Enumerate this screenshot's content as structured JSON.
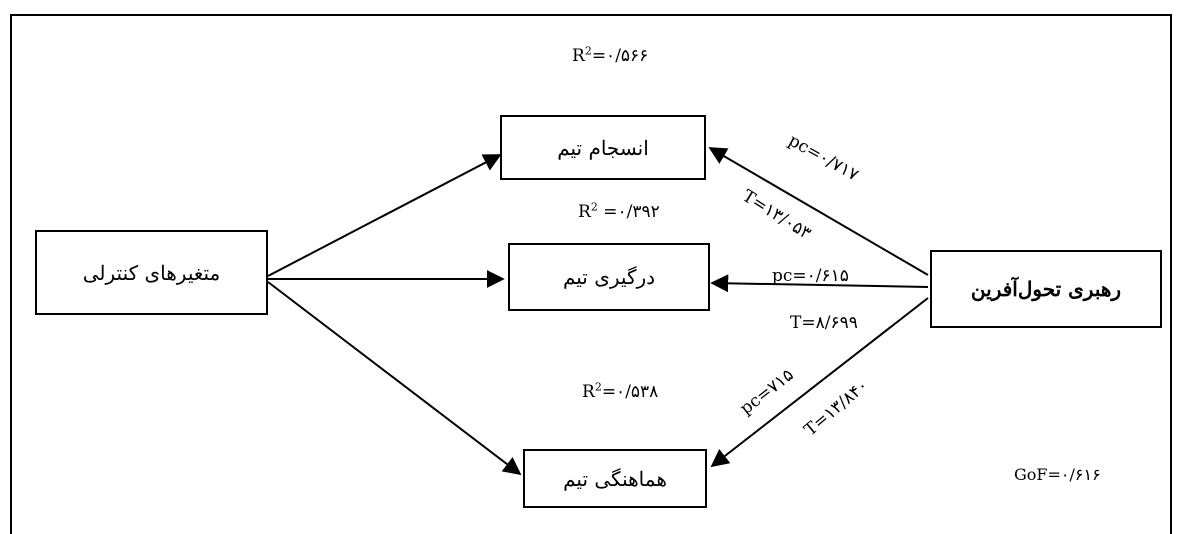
{
  "nodes": {
    "cohesion": "انسجام تیم",
    "engagement": "درگیری تیم",
    "coordination": "هماهنگی تیم",
    "control_vars": "متغیرهای کنترلی",
    "leadership": "رهبری تحول‌آفرین"
  },
  "r2": {
    "cohesion": {
      "prefix": "R",
      "exp": "2",
      "value": "=۰/۵۶۶"
    },
    "engagement": {
      "prefix": "R",
      "exp": "2",
      "value": " =۰/۳۹۲"
    },
    "coordination": {
      "prefix": "R",
      "exp": "2",
      "value": "=۰/۵۳۸"
    }
  },
  "paths": {
    "to_cohesion": {
      "pc": "pc=۰/۷۱۷",
      "t": "T=۱۳/۰۵۳"
    },
    "to_engagement": {
      "pc": "pc=۰/۶۱۵",
      "t": "T=۸/۶۹۹"
    },
    "to_coordination": {
      "pc": "pc=۷۱۵",
      "t": "T=۱۳/۸۴۰"
    }
  },
  "gof": "GoF=۰/۶۱۶",
  "colors": {
    "line": "#000000",
    "background": "#ffffff"
  }
}
